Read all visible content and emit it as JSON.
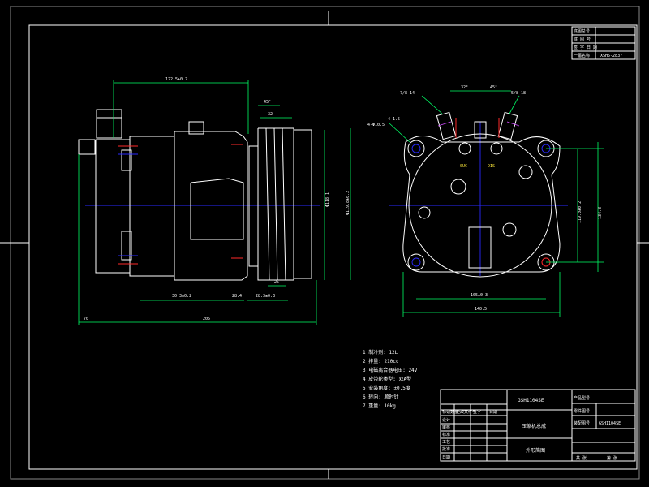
{
  "drawing": {
    "background": "#000000",
    "colors": {
      "outline": "#ffffff",
      "dimension": "#00ff66",
      "centerline": "#2a2aff",
      "hidden": "#ff2a2a",
      "note": "#ffeb3b",
      "accent": "#d04cff"
    }
  },
  "top_right_box": {
    "rows": [
      "底图总号",
      "底 图 号",
      "签 字 日 期",
      "一届名称"
    ],
    "code": "XSH5-2837"
  },
  "side_view": {
    "dims": {
      "top_length": "122.5±0.7",
      "pulley_angle": "45°",
      "pulley_width": "32",
      "pulley_dia": "Φ118.1",
      "hub_dia": "Φ119.8±0.2",
      "bottom_1": "30.3±0.2",
      "bottom_2": "28.4",
      "bottom_3": "28.3±0.3",
      "groove": "25",
      "overall_left": "70",
      "overall": "205"
    }
  },
  "front_view": {
    "labels": {
      "suction": "SUC",
      "discharge": "DIS",
      "left_port": "7/8-14",
      "right_port": "5/8-18",
      "left_hole": "4-Φ10.5",
      "left_hole_note": "4-1.5",
      "angle_left": "32°",
      "angle_right": "45°",
      "vertical_dim": "119.0±0.2",
      "vertical_dim2": "134.8",
      "bottom_dim": "105±0.3",
      "bottom_overall": "140.5"
    }
  },
  "notes": [
    "1.制冷剂: 12L",
    "2.排量: 210cc",
    "3.电磁离合器电压: 24V",
    "4.皮带轮类型: 双A型",
    "5.安装角度: ±0.5度",
    "6.转向: 顺时针",
    "7.重量: 10kg"
  ],
  "title_block": {
    "drawing_no": "GSH1104SE",
    "title": "压缩机总成",
    "subtitle": "外形简图",
    "right_labels": [
      "产品型号",
      "零件图号",
      "装配图号",
      "GSH1104SE"
    ],
    "left_rows": [
      "设计",
      "审核",
      "标准",
      "工艺",
      "批准",
      "日期"
    ],
    "header_cells": [
      "标记数量",
      "更改文件号",
      "签字",
      "日期"
    ],
    "bottom_cells": [
      "共 张",
      "第 张"
    ]
  }
}
